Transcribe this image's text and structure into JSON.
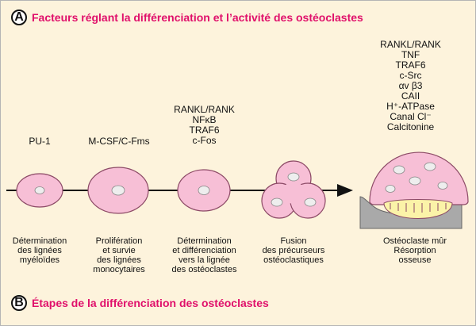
{
  "section_a": {
    "badge": "A",
    "title": "Facteurs réglant la différenciation et l’activité des ostéoclastes"
  },
  "section_b": {
    "badge": "B",
    "title": "Étapes de la différenciation des ostéoclastes"
  },
  "colors": {
    "background": "#fdf3dc",
    "title": "#e0106b",
    "cell_fill": "#f7bfd6",
    "cell_stroke": "#8c4a66",
    "nucleus_fill": "#eeeeee",
    "bone_fill": "#a9a9a9",
    "resorption_fill": "#fbf3a8"
  },
  "stages": [
    {
      "factors": [
        "PU-1"
      ],
      "description": "Détermination\ndes lignées\nmyéloïdes"
    },
    {
      "factors": [
        "M-CSF/C-Fms"
      ],
      "description": "Prolifération\net survie\ndes lignées\nmonocytaires"
    },
    {
      "factors": [
        "RANKL/RANK",
        "NFκB",
        "TRAF6",
        "c-Fos"
      ],
      "description": "Détermination\net différenciation\nvers la lignée\ndes ostéoclastes"
    },
    {
      "factors": [],
      "description": "Fusion\ndes précurseurs\nostéoclastiques"
    },
    {
      "factors": [
        "RANKL/RANK",
        "TNF",
        "TRAF6",
        "c-Src",
        "αv β3",
        "CAII",
        "H⁺-ATPase",
        "Canal Cl⁻",
        "Calcitonine"
      ],
      "description": "Ostéoclaste mûr\nRésorption\nosseuse"
    }
  ]
}
